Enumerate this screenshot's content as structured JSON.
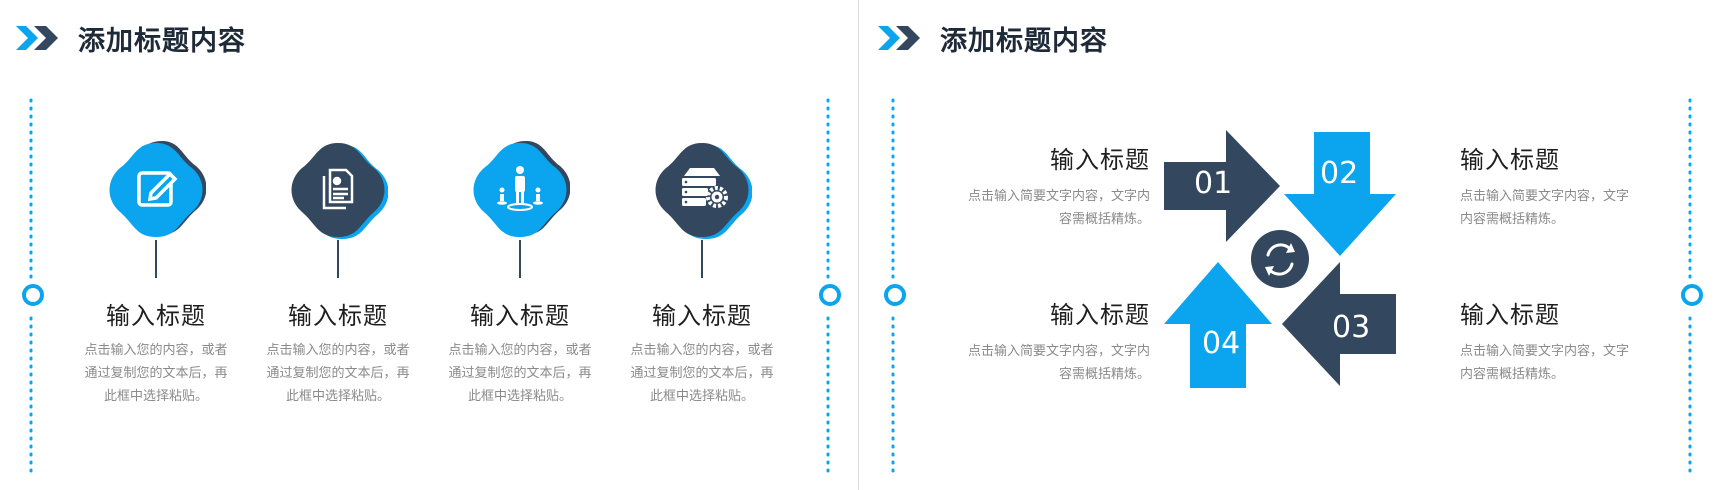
{
  "colors": {
    "accent": "#0aa5ee",
    "dark": "#33475e"
  },
  "slide1": {
    "title": "添加标题内容",
    "items": [
      {
        "icon": "edit-icon",
        "title": "输入标题",
        "desc": "点击输入您的内容，或者通过复制您的文本后，再此框中选择粘贴。"
      },
      {
        "icon": "document-icon",
        "title": "输入标题",
        "desc": "点击输入您的内容，或者通过复制您的文本后，再此框中选择粘贴。"
      },
      {
        "icon": "person-podium-icon",
        "title": "输入标题",
        "desc": "点击输入您的内容，或者通过复制您的文本后，再此框中选择粘贴。"
      },
      {
        "icon": "server-gear-icon",
        "title": "输入标题",
        "desc": "点击输入您的内容，或者通过复制您的文本后，再此框中选择粘贴。"
      }
    ]
  },
  "slide2": {
    "title": "添加标题内容",
    "arrows": [
      "01",
      "02",
      "03",
      "04"
    ],
    "center_icon": "refresh-icon",
    "blocks": [
      {
        "title": "输入标题",
        "desc": "点击输入简要文字内容，文字内容需概括精炼。"
      },
      {
        "title": "输入标题",
        "desc": "点击输入简要文字内容，文字内容需概括精炼。"
      },
      {
        "title": "输入标题",
        "desc": "点击输入简要文字内容，文字内容需概括精炼。"
      },
      {
        "title": "输入标题",
        "desc": "点击输入简要文字内容，文字内容需概括精炼。"
      }
    ]
  }
}
